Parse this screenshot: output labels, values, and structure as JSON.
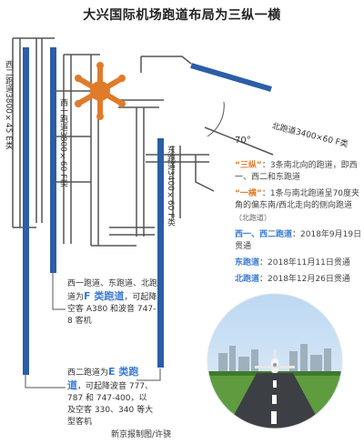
{
  "title": "大兴国际机场跑道布局为三纵一横",
  "runways": {
    "west2": "西二跑道3800×45 E类",
    "west1": "西一跑道3800×60 F类",
    "east": "东跑道3400×60 F类",
    "north": "北跑道3400×60 F类"
  },
  "angle_label": "70°",
  "legend": {
    "sanzong_term": "“三纵”",
    "sanzong_desc": "：3条南北向的跑道，即西一、西二和东跑道",
    "yiheng_term": "“一横”",
    "yiheng_desc": "：1条与南北跑道呈70度夹角的偏东南/西北走向的侧向跑道",
    "yiheng_note": "（北跑道）",
    "west_term": "西一、西二跑道",
    "west_desc": "：2018年9月19日贯通",
    "east_term": "东跑道",
    "east_desc": "：2018年11月11日贯通",
    "north_term": "北跑道",
    "north_desc": "：2018年12月26日贯通"
  },
  "note_f": {
    "pre": "西一跑道、东跑道、北跑道为",
    "highlight": "F 类跑道",
    "post": "，可起降空客 A380 和波音 747-8 客机"
  },
  "note_e": {
    "pre": "西二跑道为",
    "highlight": "E 类跑道",
    "post": "，可起降波音 777、787 和 747-400，以及空客 330、340 等大型客机"
  },
  "credit": "新京报制图/许骁",
  "colors": {
    "runway": "#2b5ea7",
    "terminal": "#e07b2a",
    "taxiway": "#555555",
    "highlight_orange": "#e07b2a",
    "highlight_blue": "#3a7bd5"
  }
}
